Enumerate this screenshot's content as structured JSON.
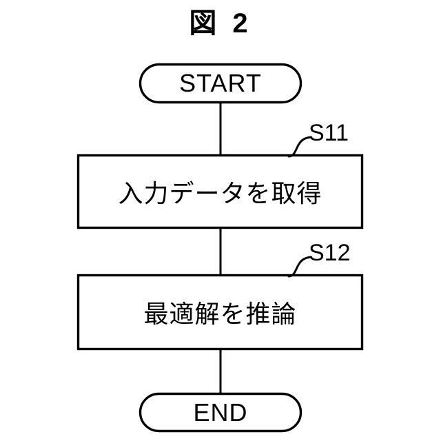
{
  "figure": {
    "title": "図 2",
    "background_color": "#ffffff",
    "stroke_color": "#000000"
  },
  "flowchart": {
    "nodes": [
      {
        "id": "start",
        "kind": "terminal",
        "label": "START"
      },
      {
        "id": "s11",
        "kind": "process",
        "label": "入力データを取得",
        "step_label": "S11"
      },
      {
        "id": "s12",
        "kind": "process",
        "label": "最適解を推論",
        "step_label": "S12"
      },
      {
        "id": "end",
        "kind": "terminal",
        "label": "END"
      }
    ],
    "connectors": [
      {
        "from": "start",
        "to": "s11",
        "style": "plain-line"
      },
      {
        "from": "s11",
        "to": "s12",
        "style": "plain-line"
      },
      {
        "from": "s12",
        "to": "end",
        "style": "plain-line"
      }
    ],
    "step_labels": [
      {
        "id": "s11",
        "text": "S11",
        "leader": "curved-hook"
      },
      {
        "id": "s12",
        "text": "S12",
        "leader": "curved-hook"
      }
    ]
  }
}
